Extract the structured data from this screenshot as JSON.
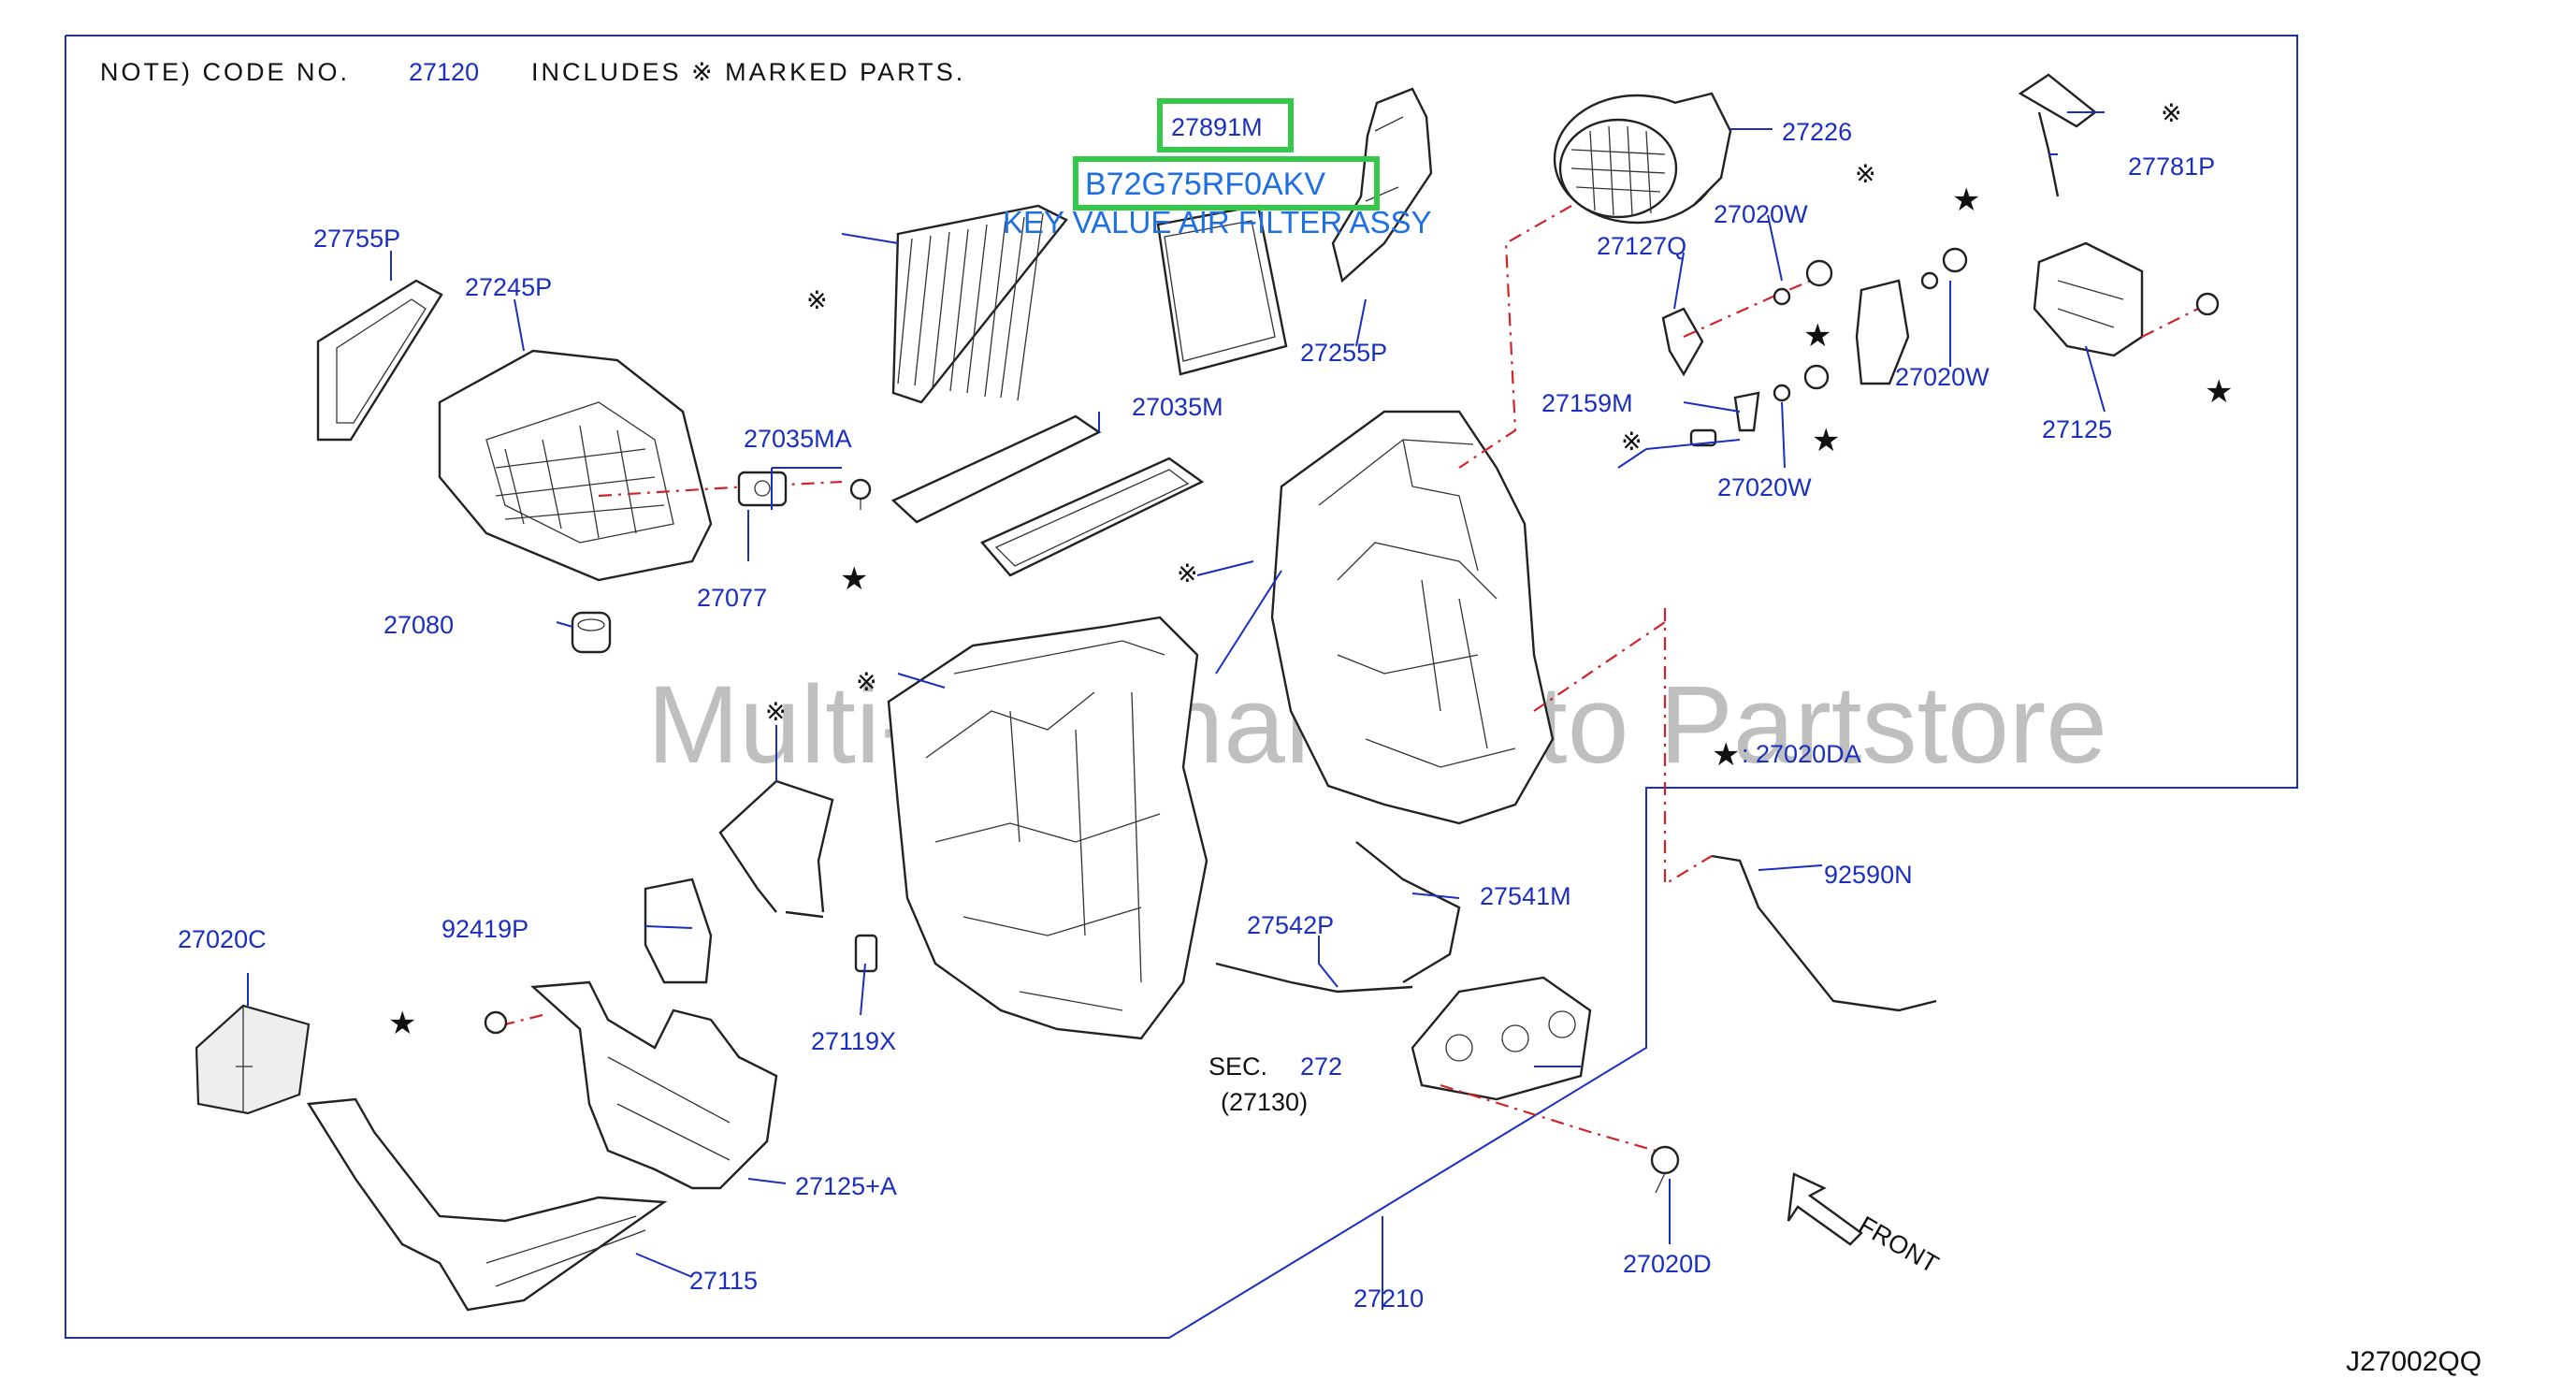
{
  "note": {
    "prefix": "NOTE)  CODE  NO.",
    "code": "27120",
    "suffix": "INCLUDES   ※ MARKED  PARTS."
  },
  "highlight": {
    "part_number": "27891M",
    "oem_code": "B72G75RF0AKV",
    "description": "KEY VALUE AIR FILTER ASSY"
  },
  "watermark": "Multi-Merchant Auto Partstore",
  "legend": {
    "star_label": ": 27020DA"
  },
  "sec_ref": {
    "sec": "SEC.",
    "num": "272",
    "sub": "(27130)"
  },
  "front_label": "FRONT",
  "diagram_code": "J27002QQ",
  "symbols": {
    "ref_mark": "※",
    "star": "★"
  },
  "callouts": {
    "p27755P": "27755P",
    "p27245P": "27245P",
    "p27035MA": "27035MA",
    "p27077": "27077",
    "p27080": "27080",
    "p27035M": "27035M",
    "p27255P": "27255P",
    "p27226": "27226",
    "p27020W_a": "27020W",
    "p27127Q": "27127Q",
    "p27159M": "27159M",
    "p27020W_b": "27020W",
    "p27020W_c": "27020W",
    "p27781P": "27781P",
    "p27125": "27125",
    "p92590N": "92590N",
    "p27541M": "27541M",
    "p27542P": "27542P",
    "p92419P": "92419P",
    "p27020C": "27020C",
    "p27119X": "27119X",
    "p27125A": "27125+A",
    "p27115": "27115",
    "p27210": "27210",
    "p27020D": "27020D"
  },
  "colors": {
    "label_blue": "#1a2fbf",
    "dash_red": "#d0242a",
    "highlight_green": "#35c94a",
    "key_value_blue": "#1e6fe0"
  }
}
